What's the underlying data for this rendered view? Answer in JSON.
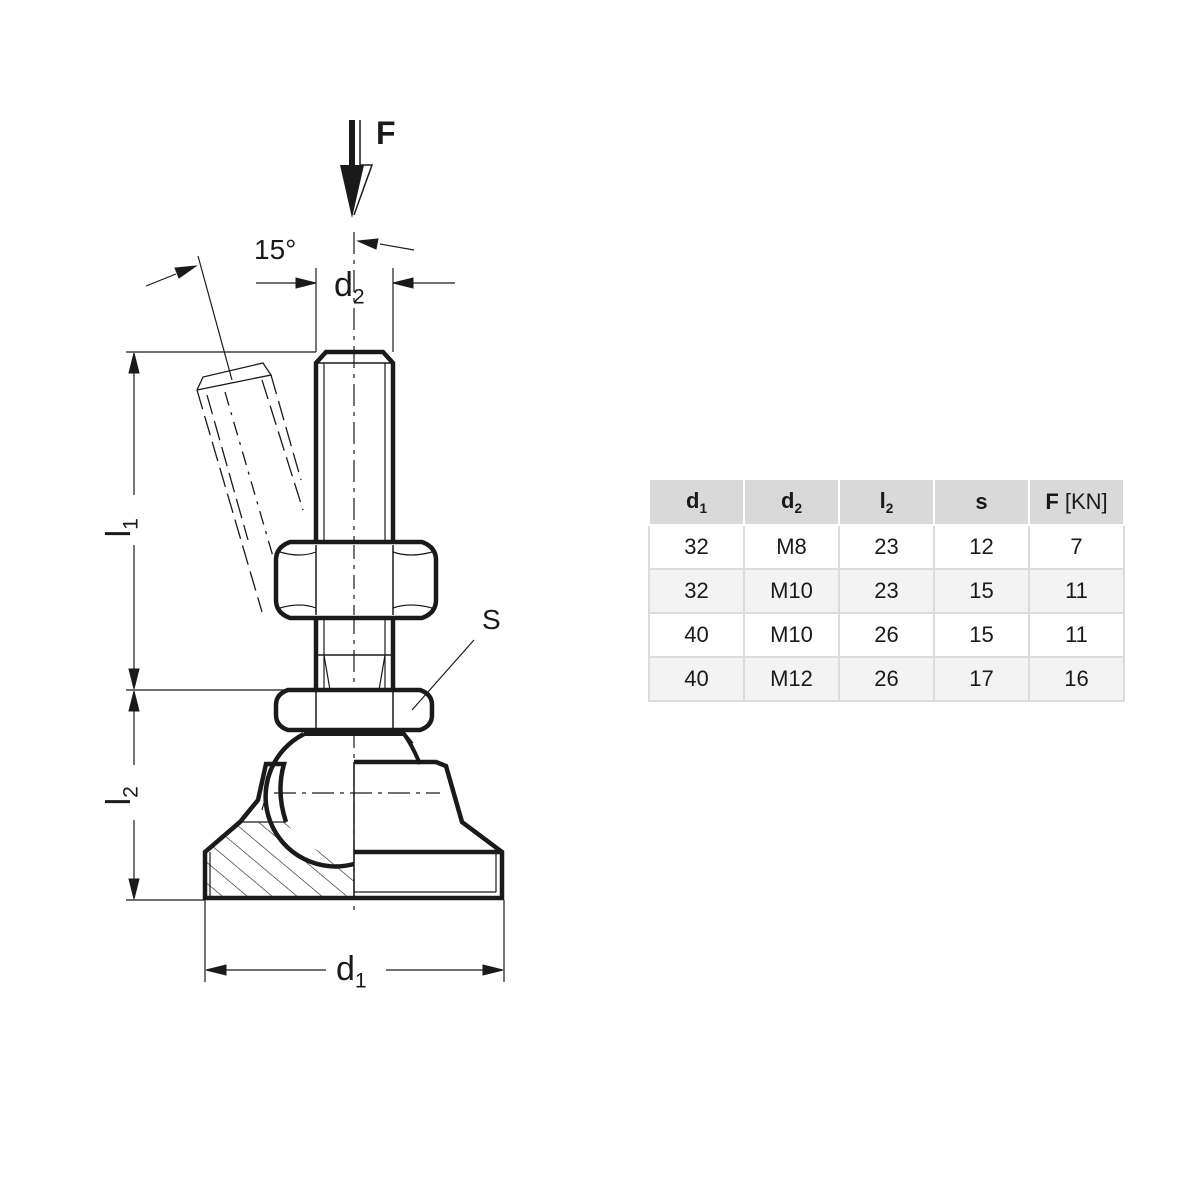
{
  "diagram": {
    "force_label": "F",
    "angle_label": "15°",
    "dim_d2": {
      "base": "d",
      "sub": "2"
    },
    "dim_l1": {
      "base": "l",
      "sub": "1"
    },
    "dim_l2": {
      "base": "l",
      "sub": "2"
    },
    "dim_d1": {
      "base": "d",
      "sub": "1"
    },
    "wrench_label": "S"
  },
  "table": {
    "headers": [
      {
        "base": "d",
        "sub": "1",
        "unit": ""
      },
      {
        "base": "d",
        "sub": "2",
        "unit": ""
      },
      {
        "base": "l",
        "sub": "2",
        "unit": ""
      },
      {
        "base": "s",
        "sub": "",
        "unit": ""
      },
      {
        "base": "F",
        "sub": "",
        "unit": " [KN]"
      }
    ],
    "rows": [
      [
        "32",
        "M8",
        "23",
        "12",
        "7"
      ],
      [
        "32",
        "M10",
        "23",
        "15",
        "11"
      ],
      [
        "40",
        "M10",
        "26",
        "15",
        "11"
      ],
      [
        "40",
        "M12",
        "26",
        "17",
        "16"
      ]
    ]
  }
}
